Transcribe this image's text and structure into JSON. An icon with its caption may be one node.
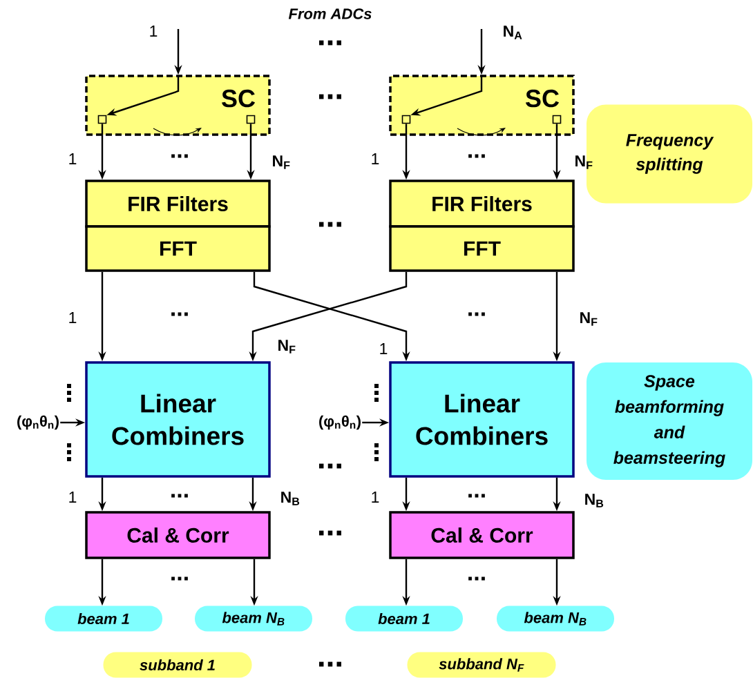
{
  "diagram": {
    "nodes": [
      {
        "text": [
          "SC"
        ]
      },
      {
        "text": [],
        "shape": "box",
        "in": 0
      },
      {
        "text": [],
        "shape": "box",
        "in": 0
      },
      {
        "text": [
          "SC"
        ]
      },
      {
        "text": [],
        "shape": "box",
        "in": 3
      },
      {
        "text": [],
        "shape": "box",
        "in": 3
      },
      {
        "text": [
          "Frequency splitting"
        ]
      },
      {
        "text": [
          "FIR Filters"
        ]
      },
      {
        "text": [
          "FIR Filters"
        ]
      },
      {
        "text": [
          "FFT"
        ]
      },
      {
        "text": [
          "FFT"
        ]
      },
      {
        "text": [
          "(φ$_{n}$θ$_{n}$)"
        ]
      },
      {
        "text": [
          "Linear Combiners"
        ]
      },
      {
        "text": [
          "(φ$_{n}$θ$_{n}$)"
        ]
      },
      {
        "text": [
          "Linear Combiners"
        ]
      },
      {
        "text": [
          "Space beamforming and beamsteering"
        ]
      },
      {
        "text": [
          "Cal & Corr"
        ]
      },
      {
        "text": [
          "Cal & Corr"
        ]
      },
      {
        "text": [
          "beam 1"
        ]
      },
      {
        "text": [
          "beam N$_{B}$"
        ]
      },
      {
        "text": [
          "beam 1"
        ]
      },
      {
        "text": [
          "beam N$_{B}$"
        ]
      },
      {
        "text": [
          "subband 1"
        ]
      },
      {
        "text": [
          "subband N$_{F}$"
        ]
      }
    ],
    "edges": [
      {
        "from": null,
        "to": 0,
        "arrow": "to"
      },
      {
        "from": null,
        "to": 1,
        "arrow": "to"
      },
      {
        "from": null,
        "to": 3,
        "arrow": "to"
      },
      {
        "from": null,
        "to": 4,
        "arrow": "to"
      },
      {
        "from": 1,
        "to": 7,
        "arrow": "to"
      },
      {
        "from": 2,
        "to": 7,
        "arrow": "to"
      },
      {
        "from": 4,
        "to": 8,
        "arrow": "to"
      },
      {
        "from": 5,
        "to": 8,
        "arrow": "to"
      },
      {
        "from": 9,
        "to": 12,
        "arrow": "to"
      },
      {
        "from": 9,
        "to": 14,
        "arrow": "to"
      },
      {
        "from": 10,
        "to": 12,
        "arrow": "to"
      },
      {
        "from": 10,
        "to": 14,
        "arrow": "to"
      },
      {
        "from": 11,
        "to": 12,
        "arrow": "to"
      },
      {
        "from": 13,
        "to": 14,
        "arrow": "to"
      },
      {
        "from": 12,
        "to": 16,
        "arrow": "to"
      },
      {
        "from": 12,
        "to": 16,
        "arrow": "to"
      },
      {
        "from": 14,
        "to": 17,
        "arrow": "to"
      },
      {
        "from": 14,
        "to": 17,
        "arrow": "to"
      },
      {
        "from": 16,
        "to": 18,
        "arrow": "to"
      },
      {
        "from": 16,
        "to": 19,
        "arrow": "to"
      },
      {
        "from": 17,
        "to": 20,
        "arrow": "to"
      },
      {
        "from": 17,
        "to": 21,
        "arrow": "to"
      }
    ],
    "labels": [
      "From ADCs",
      "1",
      "N$_{A}$",
      "...",
      "...",
      "1",
      "...",
      "N$_{F}$",
      "1",
      "...",
      "N$_{F}$",
      "...",
      "1",
      "...",
      "...",
      "N$_{F}$",
      "N$_{F}$",
      "1",
      "...",
      "1",
      "...",
      "N$_{B}$",
      "1",
      "...",
      "N$_{B}$",
      "...",
      "...",
      "...",
      "..."
    ]
  }
}
